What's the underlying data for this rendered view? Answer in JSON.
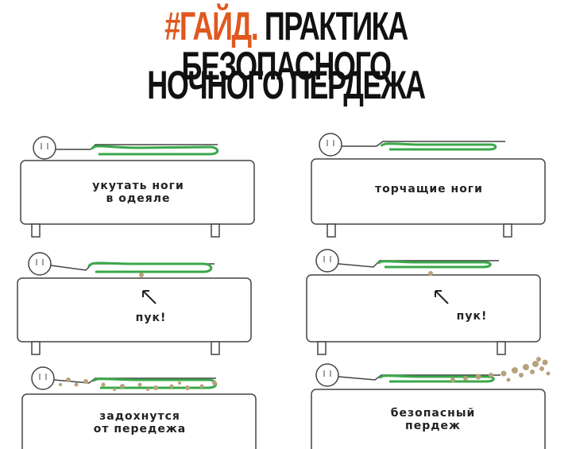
{
  "title": {
    "tag": "#ГАЙД.",
    "line1_rest": "ПРАКТИКА БЕЗОПАСНОГО",
    "line2": "НОЧНОГО ПЕРДЕЖА"
  },
  "colors": {
    "title_tag": "#e0581f",
    "title_text": "#111111",
    "blanket": "#3aa84a",
    "fart_cloud": "#b8a27a",
    "line": "#444444"
  },
  "panels": [
    {
      "caption_lines": [
        "укутать ноги",
        "в одеяле"
      ]
    },
    {
      "caption_lines": [
        "торчащие ноги"
      ]
    },
    {
      "caption_lines": [],
      "label": "пук!"
    },
    {
      "caption_lines": [],
      "label": "пук!"
    },
    {
      "caption_lines": [
        "задохнутся",
        "от передежа"
      ]
    },
    {
      "caption_lines": [
        "безопасный",
        "пердеж"
      ]
    }
  ]
}
